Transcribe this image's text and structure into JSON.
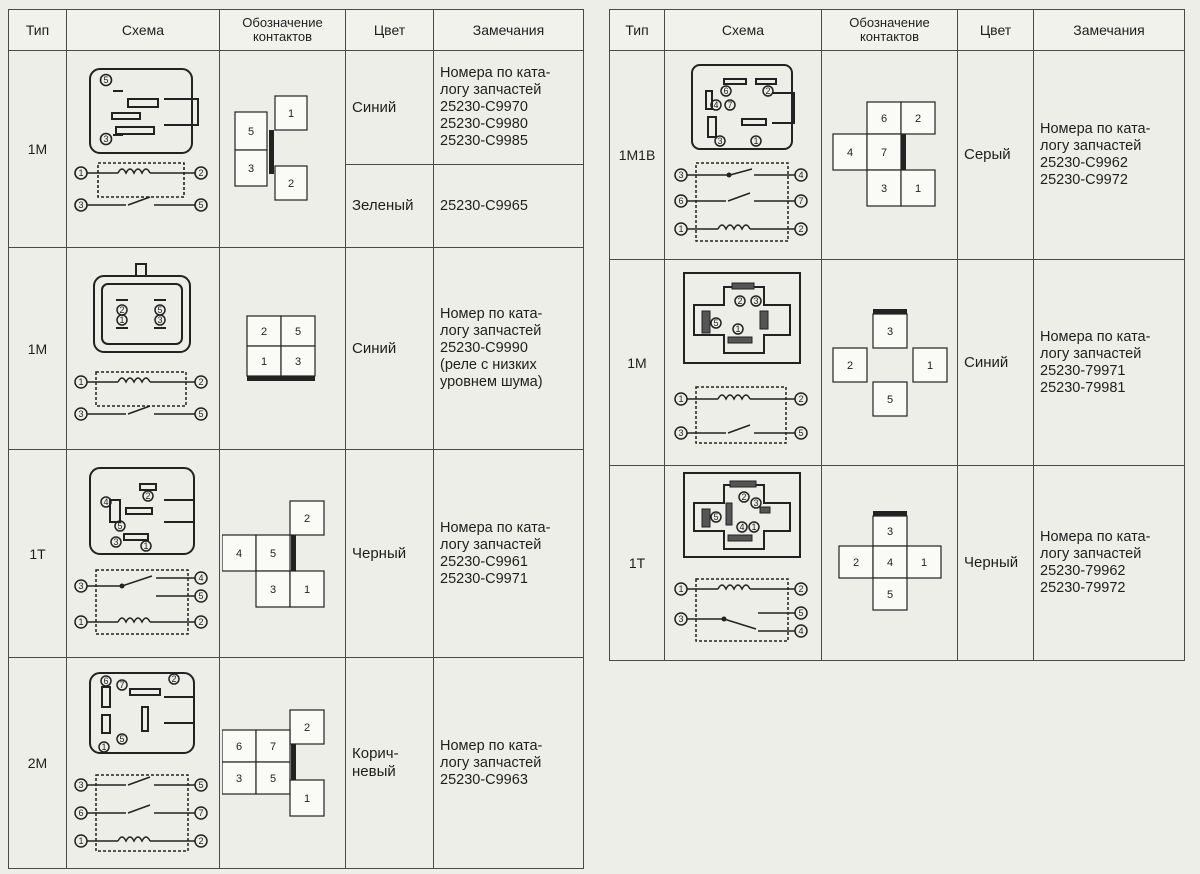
{
  "headers": {
    "type": "Тип",
    "scheme": "Схема",
    "contacts_l1": "Обозначение",
    "contacts_l2": "контактов",
    "color": "Цвет",
    "notes": "Замечания"
  },
  "left_table": [
    {
      "type": "1M",
      "pins": {
        "c1": "5",
        "c2": "3",
        "c3": "1",
        "c4": "2"
      },
      "sub": [
        {
          "color": "Синий",
          "notes": [
            "Номера по ката-",
            "логу запчастей",
            "25230-C9970",
            "25230-C9980",
            "25230-C9985"
          ]
        },
        {
          "color": "Зеленый",
          "notes": [
            "25230-C9965"
          ]
        }
      ],
      "scheme_labels": {
        "top_a": "5",
        "top_b": "3",
        "t1": "1",
        "t2": "2",
        "t3": "3",
        "t4": "5"
      }
    },
    {
      "type": "1M",
      "pins": {
        "c1": "2",
        "c2": "5",
        "c3": "1",
        "c4": "3"
      },
      "color": "Синий",
      "notes": [
        "Номер по ката-",
        "логу запчастей",
        "25230-C9990",
        "(реле с низких",
        "уровнем шумa)"
      ],
      "scheme_labels": {
        "a": "2",
        "b": "5",
        "c": "1",
        "d": "3",
        "t1": "1",
        "t2": "2",
        "t3": "3",
        "t4": "5"
      }
    },
    {
      "type": "1T",
      "pins": {
        "c1": "2",
        "c2": "4",
        "c3": "5",
        "c4": "3",
        "c5": "1"
      },
      "color": "Черный",
      "notes": [
        "Номера по ката-",
        "логу запчастей",
        "25230-C9961",
        "25230-C9971"
      ],
      "scheme_labels": {
        "a": "2",
        "b": "4",
        "c": "5",
        "d": "3",
        "e": "1",
        "t1": "3",
        "t2": "4",
        "t3": "5",
        "t4": "1",
        "t5": "2"
      }
    },
    {
      "type": "2M",
      "pins": {
        "c1": "2",
        "c2": "6",
        "c3": "7",
        "c4": "3",
        "c5": "5",
        "c6": "1"
      },
      "color_l1": "Корич-",
      "color_l2": "невый",
      "notes": [
        "Номер по ката-",
        "логу запчастей",
        "25230-C9963"
      ],
      "scheme_labels": {
        "a": "6",
        "b": "7",
        "c": "2",
        "d": "5",
        "e": "1",
        "t1": "3",
        "t2": "5",
        "t3": "6",
        "t4": "7",
        "t5": "1",
        "t6": "2"
      }
    }
  ],
  "right_table": [
    {
      "type": "1M1B",
      "pins": {
        "c1": "6",
        "c2": "2",
        "c3": "4",
        "c4": "7",
        "c5": "3",
        "c6": "1"
      },
      "color": "Серый",
      "notes": [
        "Номера по ката-",
        "логу запчастей",
        "25230-C9962",
        "25230-C9972"
      ],
      "scheme_labels": {
        "a": "6",
        "b": "2",
        "c": "4",
        "d": "7",
        "e": "3",
        "f": "1",
        "t1": "3",
        "t2": "4",
        "t3": "6",
        "t4": "7",
        "t5": "1",
        "t6": "2"
      }
    },
    {
      "type": "1M",
      "pins": {
        "c1": "3",
        "c2": "2",
        "c3": "1",
        "c4": "5"
      },
      "color": "Синий",
      "notes": [
        "Номера по ката-",
        "логу запчастей",
        "25230-79971",
        "25230-79981"
      ],
      "scheme_labels": {
        "a": "2",
        "b": "3",
        "c": "5",
        "d": "1",
        "t1": "1",
        "t2": "2",
        "t3": "3",
        "t4": "5"
      }
    },
    {
      "type": "1T",
      "pins": {
        "c1": "3",
        "c2": "2",
        "c3": "4",
        "c4": "1",
        "c5": "5"
      },
      "color": "Черный",
      "notes": [
        "Номера по ката-",
        "логу запчастей",
        "25230-79962",
        "25230-79972"
      ],
      "scheme_labels": {
        "a": "2",
        "b": "3",
        "c": "5",
        "d": "4",
        "e": "1",
        "t1": "1",
        "t2": "2",
        "t3": "3",
        "t4": "5",
        "t5": "4"
      }
    }
  ]
}
